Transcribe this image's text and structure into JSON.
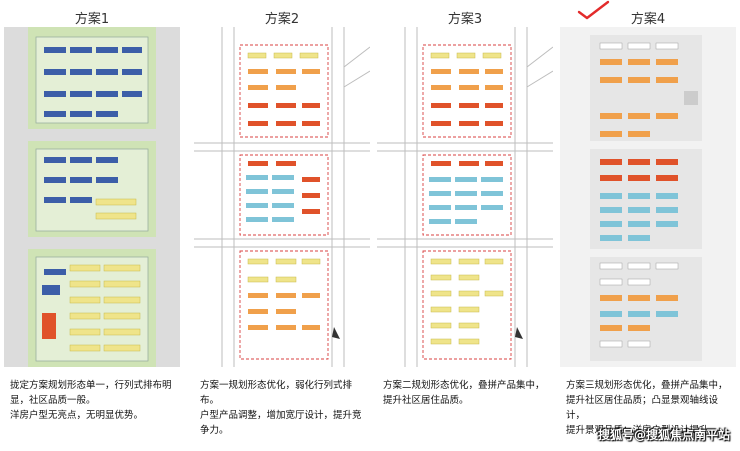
{
  "panels": [
    {
      "title": "方案1",
      "caption": [
        "拢定方案规划形态单一，行列式排布明",
        "显，社区品质一般。",
        "洋房户型无亮点，无明显优势。"
      ]
    },
    {
      "title": "方案2",
      "caption": [
        "方案一规划形态优化，弱化行列式排布。",
        "户型产品调整，增加宽厅设计，提升竞",
        "争力。"
      ]
    },
    {
      "title": "方案3",
      "caption": [
        "方案二规划形态优化，叠拼产品集中，",
        "提升社区居住品质。"
      ]
    },
    {
      "title": "方案4",
      "caption": [
        "方案三规划形态优化，叠拼产品集中，",
        "提升社区居住品质；凸显景观轴线设计，",
        "提升景观品质；洋房户型设计提升"
      ]
    }
  ],
  "watermark": "搜狐号@搜狐焦点南平站",
  "colors": {
    "green_site": "#cfe3b5",
    "road": "#dcdcdc",
    "blue_building": "#7fc4d8",
    "orange_building": "#f0a04b",
    "red_building": "#e0522a",
    "yellow_building": "#efe48a",
    "navy_building": "#3c5ea8",
    "red_line": "#d84040",
    "check_red": "#e32b2b"
  }
}
